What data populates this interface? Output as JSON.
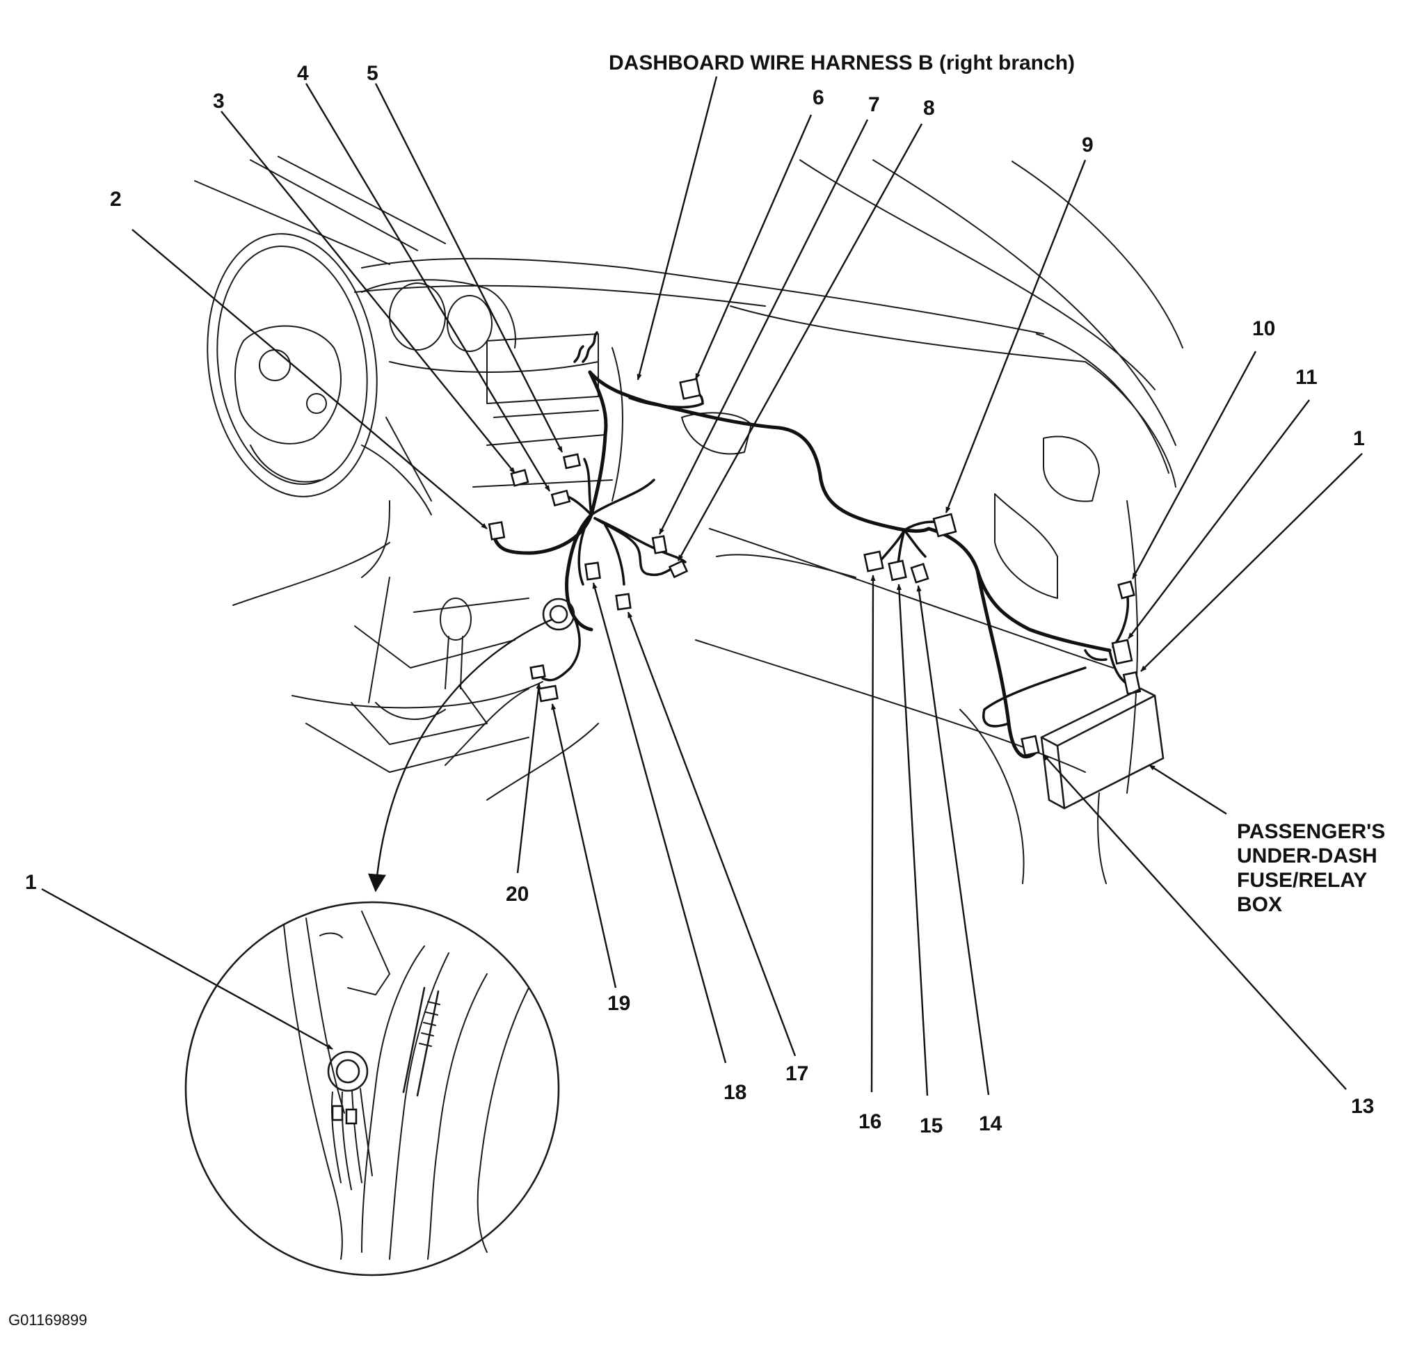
{
  "title": "DASHBOARD WIRE HARNESS B (right branch)",
  "callouts": [
    "1",
    "2",
    "3",
    "4",
    "5",
    "6",
    "7",
    "8",
    "9",
    "10",
    "11",
    "1",
    "13",
    "14",
    "15",
    "16",
    "17",
    "18",
    "19",
    "20",
    "1"
  ],
  "fuse_box_label": [
    "PASSENGER'S",
    "UNDER-DASH",
    "FUSE/RELAY",
    "BOX"
  ],
  "figure_id": "G01169899"
}
